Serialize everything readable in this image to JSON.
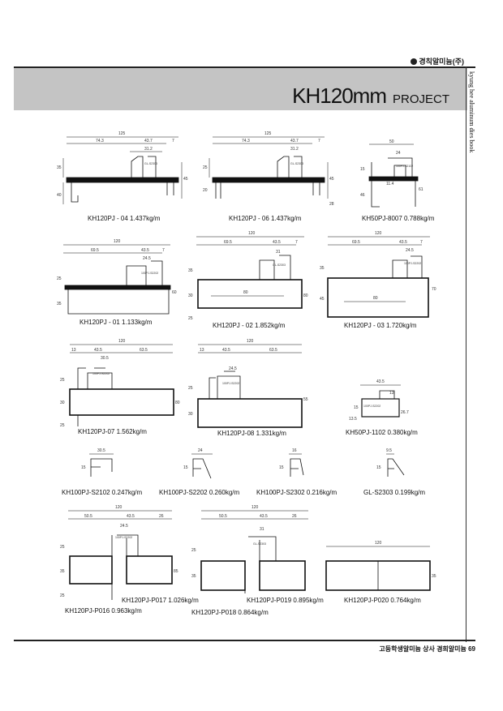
{
  "header": {
    "company": "경칙알미늄(주)",
    "title": "KH120mm",
    "title_sub": "PROJECT",
    "side_text": "kyung hee aluminum dies book"
  },
  "footer": {
    "text": "고등학생알미늄 상사 경희알미늄 69"
  },
  "profiles": [
    {
      "id": "pj04",
      "code": "KH120PJ - 04",
      "weight": "1.437kg/m",
      "dims": [
        "125",
        "74.3",
        "43.7",
        "7",
        "31.2",
        "35",
        "45",
        "40"
      ],
      "tag": "GL-S2303"
    },
    {
      "id": "pj06",
      "code": "KH120PJ - 06",
      "weight": "1.437kg/m",
      "dims": [
        "125",
        "74.3",
        "43.7",
        "7",
        "31.2",
        "25",
        "45",
        "20",
        "28"
      ],
      "tag": "GL-S2303"
    },
    {
      "id": "pj8007",
      "code": "KH50PJ-8007",
      "weight": "0.788kg/m",
      "dims": [
        "50",
        "24",
        "15",
        "46",
        "61",
        "11.4"
      ],
      "tag": "100PJ-S2102"
    },
    {
      "id": "pj01",
      "code": "KH120PJ - 01",
      "weight": "1.133kg/m",
      "dims": [
        "120",
        "69.5",
        "43.5",
        "7",
        "24.5",
        "25",
        "60",
        "35"
      ],
      "tag": "100PJ-S2202"
    },
    {
      "id": "pj02",
      "code": "KH120PJ - 02",
      "weight": "1.852kg/m",
      "dims": [
        "120",
        "69.5",
        "43.5",
        "7",
        "31",
        "35",
        "30",
        "80",
        "25",
        "80"
      ],
      "tag": "GL-S2303"
    },
    {
      "id": "pj03",
      "code": "KH120PJ - 03",
      "weight": "1.720kg/m",
      "dims": [
        "120",
        "69.5",
        "43.5",
        "7",
        "24.5",
        "35",
        "45",
        "70",
        "80"
      ],
      "tag": "100PJ-S2202"
    },
    {
      "id": "pj07",
      "code": "KH120PJ-07",
      "weight": "1.562kg/m",
      "dims": [
        "120",
        "13",
        "43.5",
        "63.5",
        "30.5",
        "25",
        "30",
        "25",
        "80"
      ],
      "tag": "100PJ-S2202"
    },
    {
      "id": "pj08",
      "code": "KH120PJ-08",
      "weight": "1.331kg/m",
      "dims": [
        "120",
        "13",
        "43.5",
        "63.5",
        "24.5",
        "25",
        "30",
        "55"
      ],
      "tag": "100PJ-S2202"
    },
    {
      "id": "pj1102",
      "code": "KH50PJ-1102",
      "weight": "0.380kg/m",
      "dims": [
        "43.5",
        "13",
        "15",
        "13.5",
        "26.7"
      ],
      "tag": "100PJ-S2202"
    },
    {
      "id": "s2102",
      "code": "KH100PJ-S2102",
      "weight": "0.247kg/m",
      "dims": [
        "30.5",
        "15"
      ]
    },
    {
      "id": "s2202",
      "code": "KH100PJ-S2202",
      "weight": "0.260kg/m",
      "dims": [
        "24",
        "15"
      ]
    },
    {
      "id": "s2302",
      "code": "KH100PJ-S2302",
      "weight": "0.216kg/m",
      "dims": [
        "16",
        "15"
      ]
    },
    {
      "id": "gl2303",
      "code": "GL-S2303",
      "weight": "0.199kg/m",
      "dims": [
        "9.5",
        "15"
      ]
    },
    {
      "id": "p016",
      "code": "KH120PJ-P016",
      "weight": "0.963kg/m",
      "dims": [
        "120",
        "50.5",
        "43.5",
        "26",
        "24.5",
        "25",
        "35",
        "85",
        "25"
      ],
      "tag": "100PJ-S2202"
    },
    {
      "id": "p017",
      "code": "KH120PJ-P017",
      "weight": "1.026kg/m",
      "dims": []
    },
    {
      "id": "p018",
      "code": "KH120PJ-P018",
      "weight": "0.864kg/m",
      "dims": [
        "120",
        "50.5",
        "43.5",
        "26",
        "31",
        "25",
        "35"
      ],
      "tag": "GL-S2303"
    },
    {
      "id": "p019",
      "code": "KH120PJ-P019",
      "weight": "0.895kg/m",
      "dims": []
    },
    {
      "id": "p020",
      "code": "KH120PJ-P020",
      "weight": "0.764kg/m",
      "dims": [
        "120",
        "35"
      ]
    }
  ]
}
